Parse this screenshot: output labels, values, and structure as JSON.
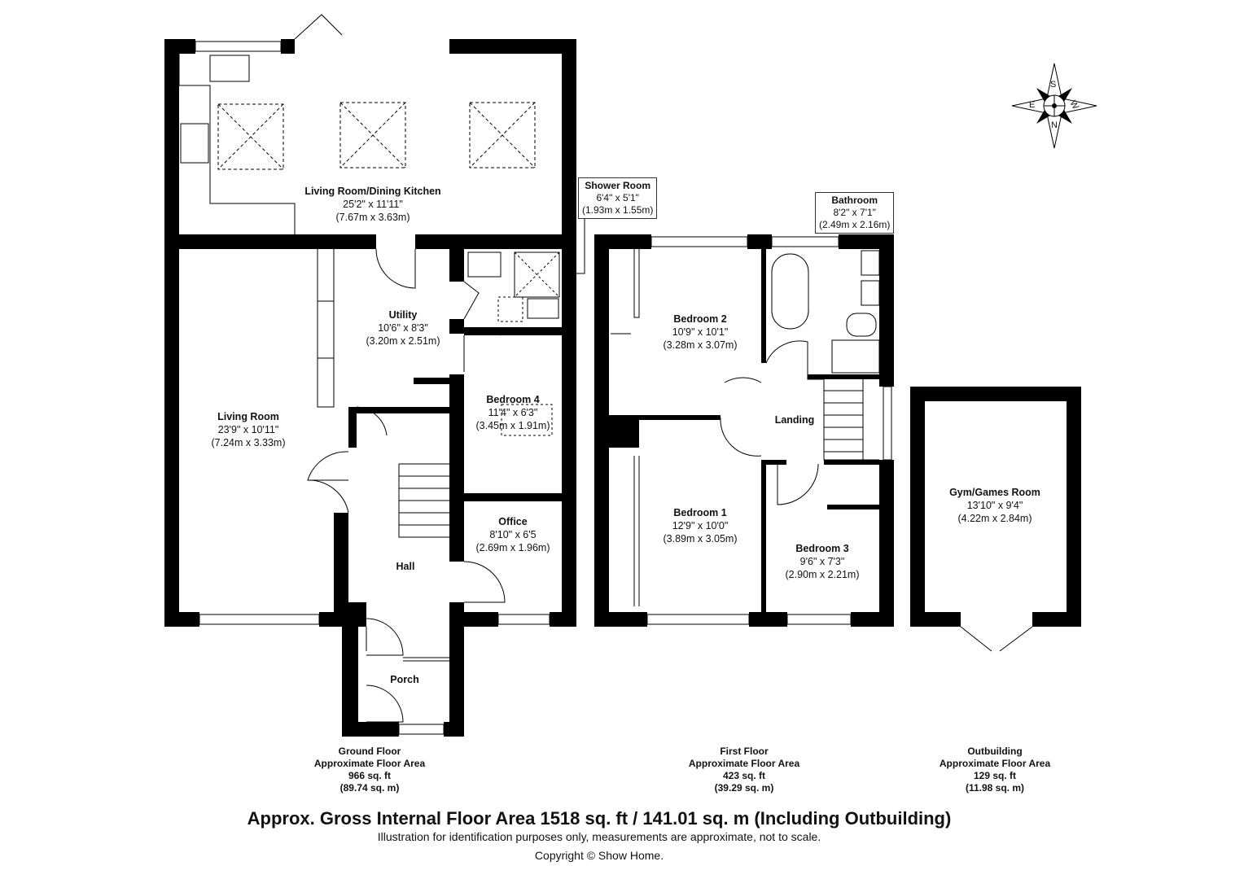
{
  "rooms": {
    "kitchen": {
      "name": "Living Room/Dining Kitchen",
      "imperial": "25'2\" x 11'11\"",
      "metric": "(7.67m x 3.63m)"
    },
    "shower": {
      "name": "Shower Room",
      "imperial": "6'4\" x 5'1\"",
      "metric": "(1.93m x 1.55m)"
    },
    "utility": {
      "name": "Utility",
      "imperial": "10'6\" x 8'3\"",
      "metric": "(3.20m x 2.51m)"
    },
    "living": {
      "name": "Living Room",
      "imperial": "23'9\" x 10'11\"",
      "metric": "(7.24m x 3.33m)"
    },
    "bedroom4": {
      "name": "Bedroom 4",
      "imperial": "11'4\" x 6'3\"",
      "metric": "(3.45m x 1.91m)"
    },
    "office": {
      "name": "Office",
      "imperial": "8'10\" x 6'5",
      "metric": "(2.69m x 1.96m)"
    },
    "hall": {
      "name": "Hall"
    },
    "porch": {
      "name": "Porch"
    },
    "bathroom": {
      "name": "Bathroom",
      "imperial": "8'2\" x 7'1\"",
      "metric": "(2.49m x 2.16m)"
    },
    "bedroom2": {
      "name": "Bedroom 2",
      "imperial": "10'9\" x 10'1\"",
      "metric": "(3.28m x 3.07m)"
    },
    "landing": {
      "name": "Landing"
    },
    "bedroom1": {
      "name": "Bedroom 1",
      "imperial": "12'9\" x 10'0\"",
      "metric": "(3.89m x 3.05m)"
    },
    "bedroom3": {
      "name": "Bedroom 3",
      "imperial": "9'6\" x 7'3\"",
      "metric": "(2.90m x 2.21m)"
    },
    "gym": {
      "name": "Gym/Games Room",
      "imperial": "13'10\" x 9'4\"",
      "metric": "(4.22m x 2.84m)"
    }
  },
  "floors": [
    {
      "name": "Ground Floor",
      "label": "Approximate Floor Area",
      "sqft": "966 sq. ft",
      "sqm": "(89.74 sq. m)"
    },
    {
      "name": "First Floor",
      "label": "Approximate Floor Area",
      "sqft": "423 sq. ft",
      "sqm": "(39.29 sq. m)"
    },
    {
      "name": "Outbuilding",
      "label": "Approximate Floor Area",
      "sqft": "129 sq. ft",
      "sqm": "(11.98 sq. m)"
    }
  ],
  "compass": {
    "n": "N",
    "s": "S",
    "e": "E",
    "w": "W"
  },
  "footer": {
    "title": "Approx. Gross Internal Floor Area 1518 sq. ft / 141.01 sq. m (Including Outbuilding)",
    "disclaimer": "Illustration for identification purposes only, measurements are approximate, not to scale.",
    "copyright": "Copyright © Show Home."
  }
}
